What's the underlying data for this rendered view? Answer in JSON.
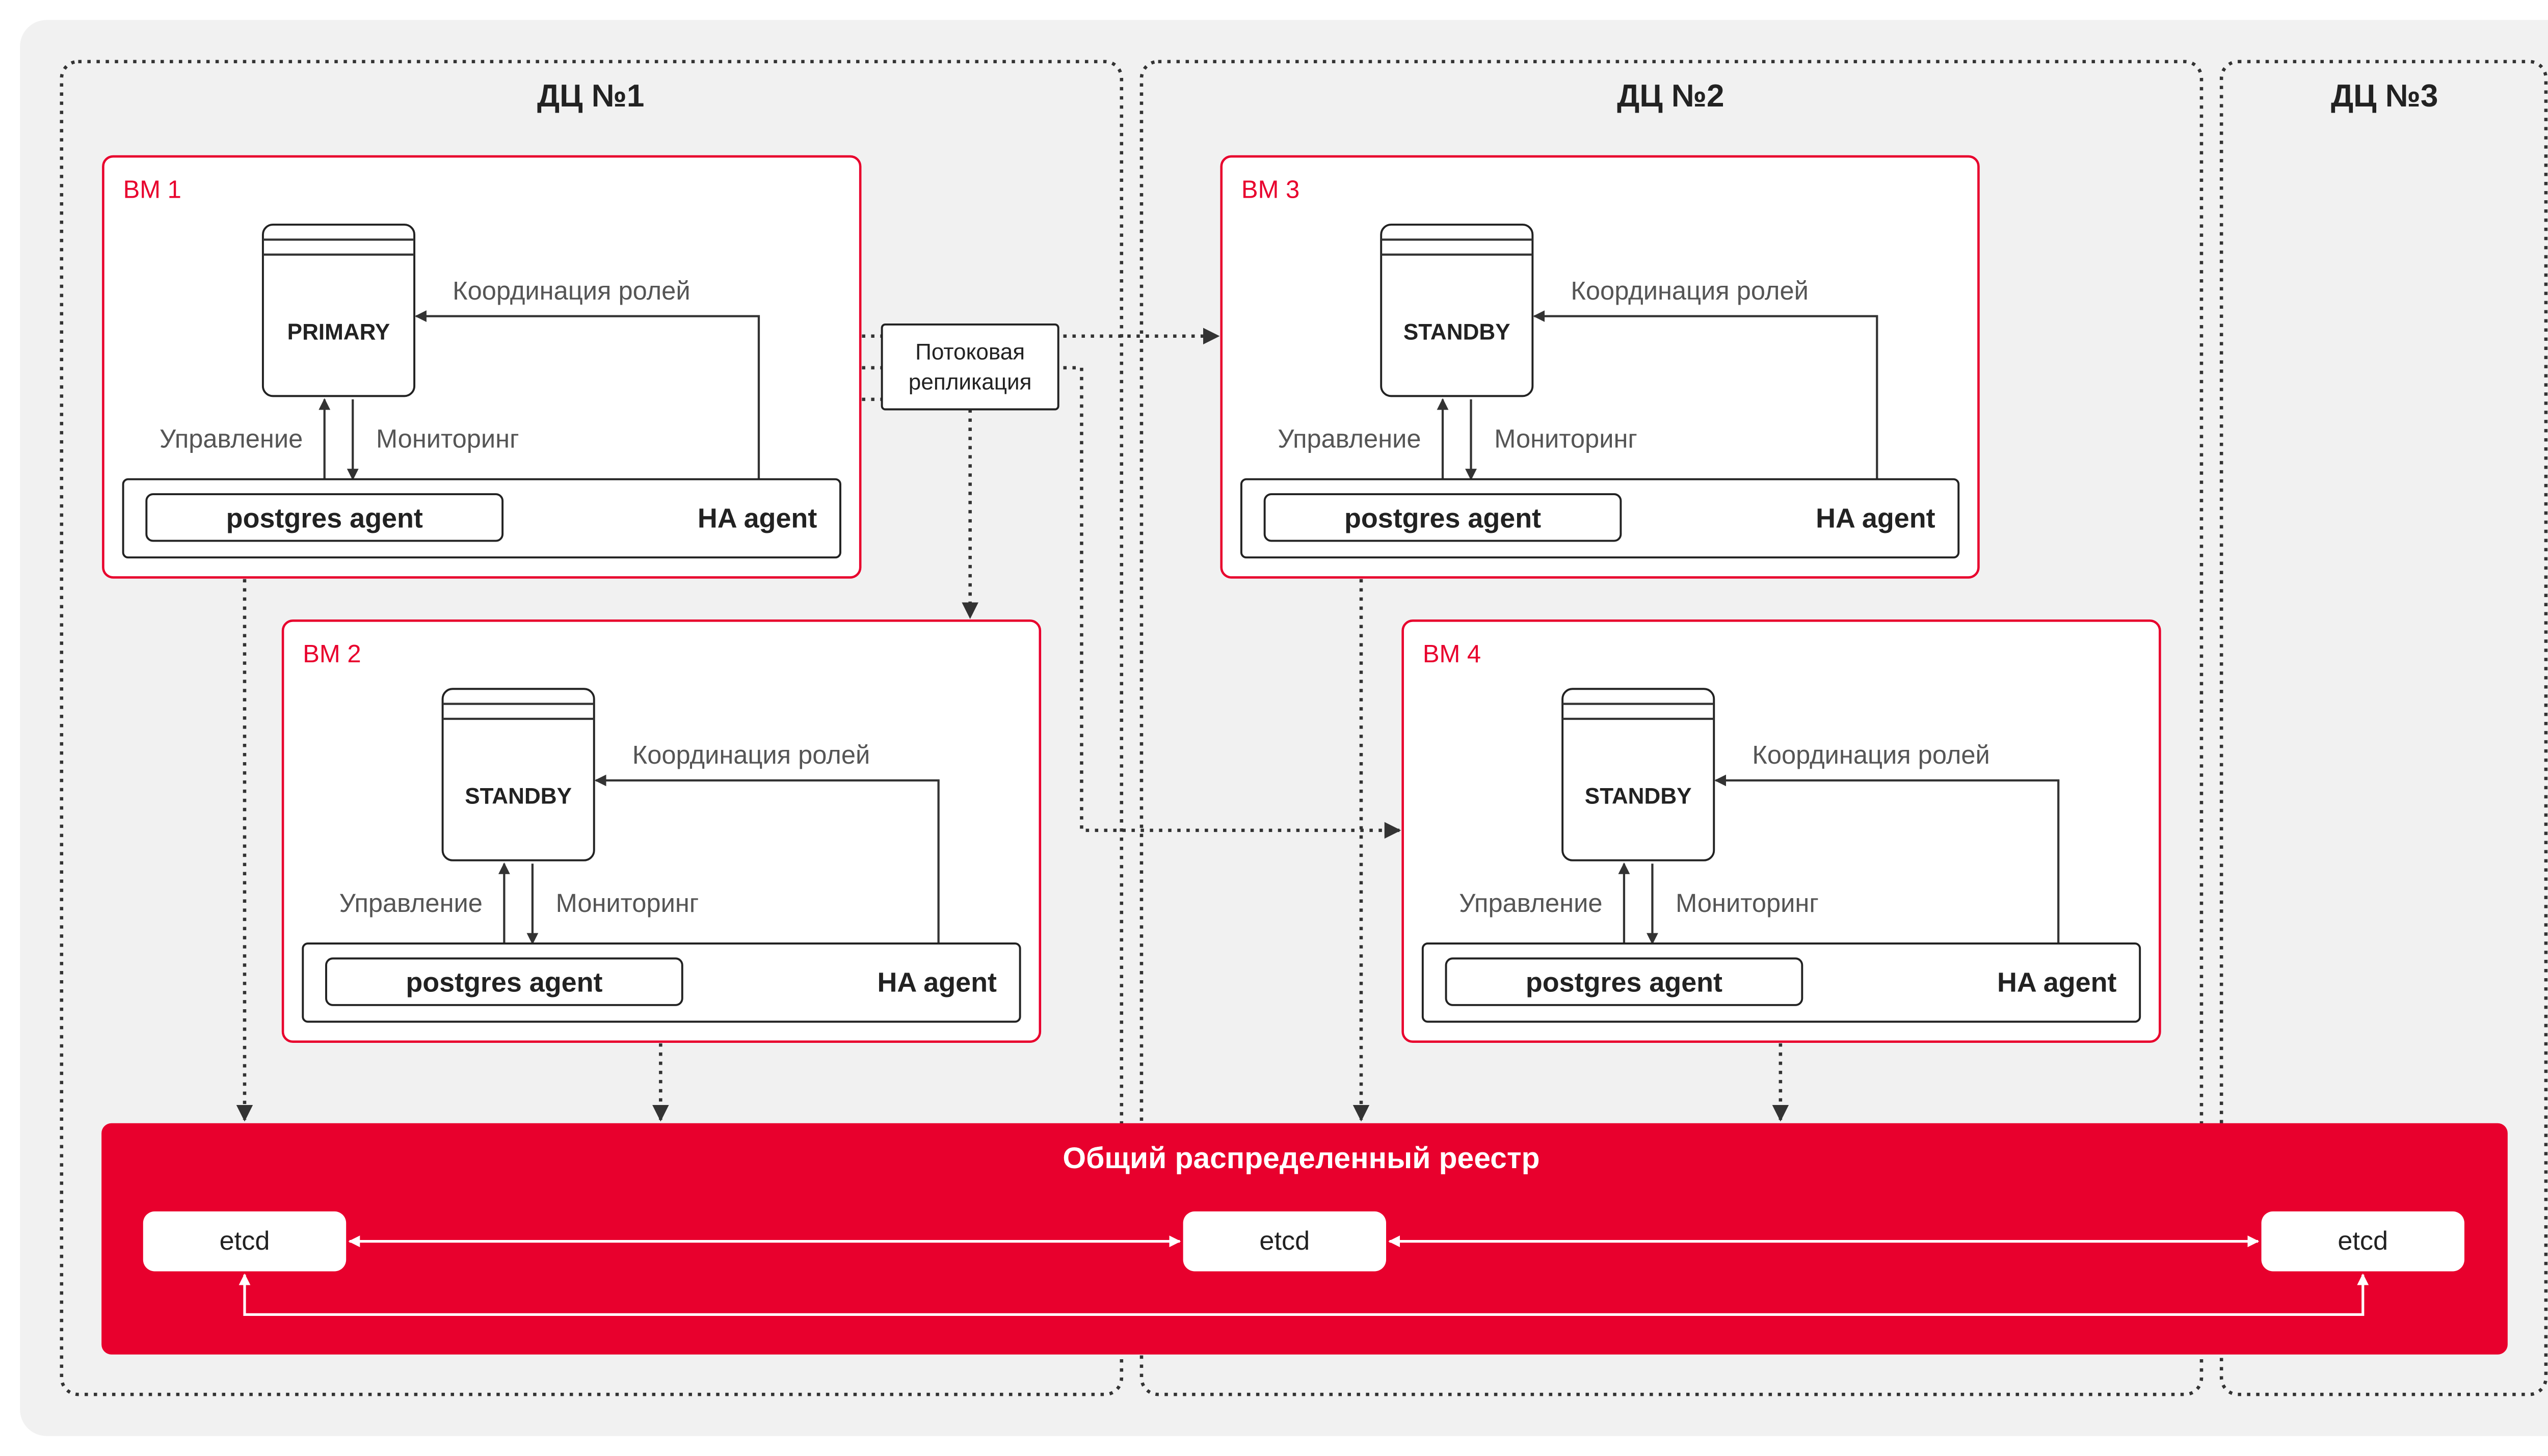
{
  "datacenters": [
    {
      "title": "ДЦ №1"
    },
    {
      "title": "ДЦ №2"
    },
    {
      "title": "ДЦ №3"
    }
  ],
  "vms": [
    {
      "label": "ВМ 1",
      "role": "PRIMARY"
    },
    {
      "label": "ВМ 2",
      "role": "STANDBY"
    },
    {
      "label": "ВМ 3",
      "role": "STANDBY"
    },
    {
      "label": "ВМ 4",
      "role": "STANDBY"
    }
  ],
  "labels": {
    "coordination": "Координация ролей",
    "management": "Управление",
    "monitoring": "Мониторинг",
    "postgres_agent": "postgres agent",
    "ha_agent": "HA agent",
    "replication_line1": "Потоковая",
    "replication_line2": "репликация"
  },
  "registry": {
    "title": "Общий распределенный реестр",
    "nodes": [
      "etcd",
      "etcd",
      "etcd"
    ]
  },
  "colors": {
    "accent_red": "#e8002d",
    "background": "#f1f1f1"
  }
}
